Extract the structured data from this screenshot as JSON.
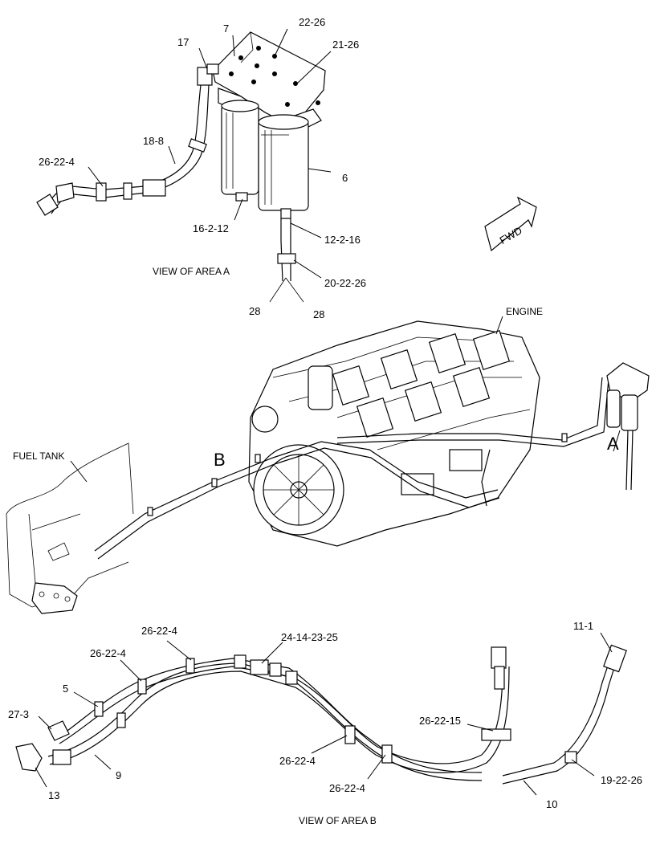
{
  "fwd_label": "FWD",
  "captions": {
    "view_area_a": "VIEW OF AREA A",
    "view_area_b": "VIEW OF AREA B",
    "engine": "ENGINE",
    "fuel_tank": "FUEL TANK"
  },
  "area_markers": {
    "a": "A",
    "b": "B"
  },
  "callouts": [
    "17",
    "7",
    "22-26",
    "21-26",
    "18-8",
    "26-22-4",
    "6",
    "16-2-12",
    "12-2-16",
    "20-22-26",
    "28",
    "28",
    "26-22-4",
    "24-14-23-25",
    "26-22-4",
    "5",
    "27-3",
    "9",
    "13",
    "26-22-4",
    "26-22-4",
    "26-22-15",
    "11-1",
    "19-22-26",
    "10"
  ]
}
